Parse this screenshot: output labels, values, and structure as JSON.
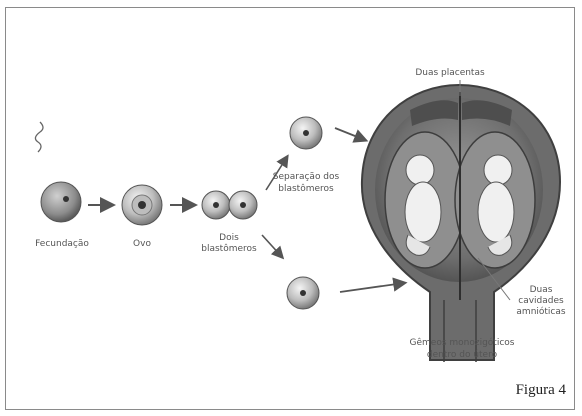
{
  "diagram": {
    "labels": {
      "fecundacao": "Fecundação",
      "ovo": "Ovo",
      "dois_line1": "Dois",
      "dois_line2": "blastômeros",
      "separacao_line1": "Separação dos",
      "separacao_line2": "blastômeros",
      "duas_placentas": "Duas placentas",
      "duas_cav_line1": "Duas",
      "duas_cav_line2": "cavidades",
      "duas_cav_line3": "amnióticas",
      "gemeos_line1": "Gêmeos monozigóticos",
      "gemeos_line2": "dentro do útero"
    },
    "caption": "Figura 4"
  }
}
